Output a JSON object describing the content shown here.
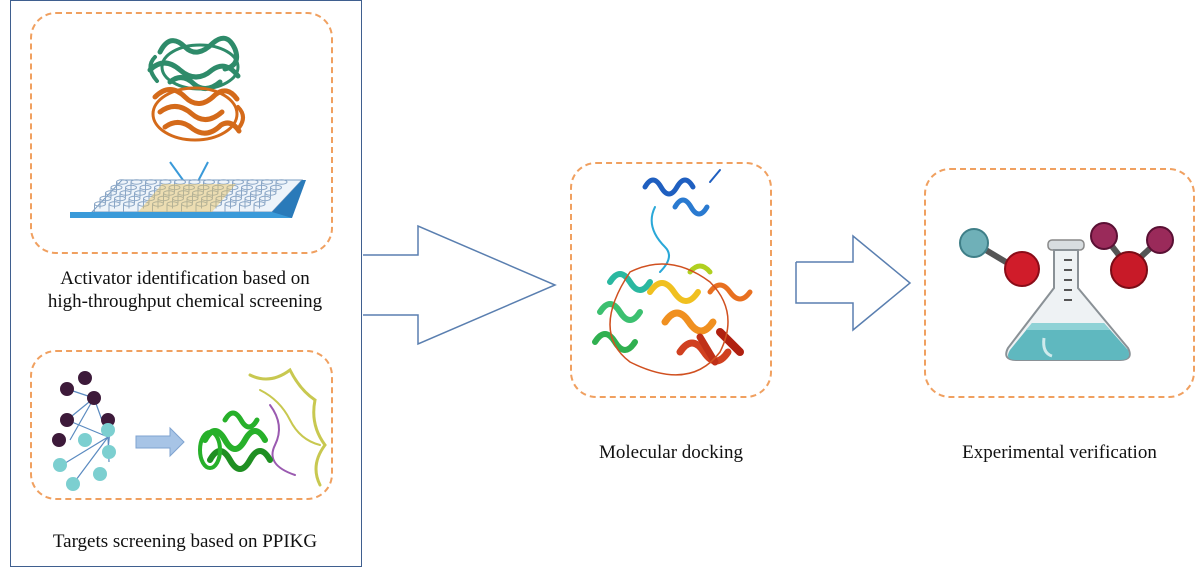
{
  "left_panel": {
    "top_caption_line1": "Activator identification based on",
    "top_caption_line2": "high-throughput chemical screening",
    "bottom_caption": "Targets screening based on PPIKG"
  },
  "docking": {
    "caption": "Molecular docking"
  },
  "verification": {
    "caption": "Experimental verification"
  },
  "colors": {
    "panel_border": "#3f5f8f",
    "dashed_border": "#f0a060",
    "arrow_outline": "#5a7fb0",
    "node_dark": "#3d1a3a",
    "node_teal": "#7ccfd0",
    "protein_green": "#2e8b6a",
    "protein_orange": "#d46a1a",
    "plate_blue": "#3a9ad9",
    "well_yellow": "#e8c25a"
  }
}
